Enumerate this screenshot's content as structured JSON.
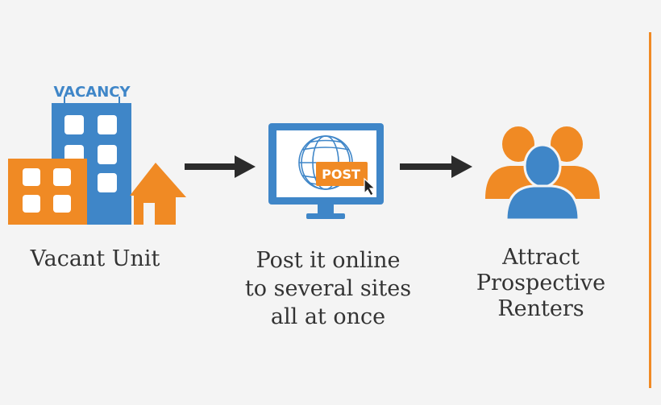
{
  "colors": {
    "background": "#f4f4f4",
    "blue": "#3f86c8",
    "orange": "#f08a24",
    "arrow": "#2b2b2b",
    "text": "#333333"
  },
  "sign": {
    "text": "VACANCY"
  },
  "post_button": {
    "text": "POST"
  },
  "steps": [
    {
      "icon": "building-house-icon",
      "lines": [
        "Vacant Unit"
      ]
    },
    {
      "icon": "monitor-globe-icon",
      "lines": [
        "Post it online",
        "to several sites",
        "all at once"
      ]
    },
    {
      "icon": "people-group-icon",
      "lines": [
        "Attract",
        "Prospective",
        "Renters"
      ]
    }
  ]
}
